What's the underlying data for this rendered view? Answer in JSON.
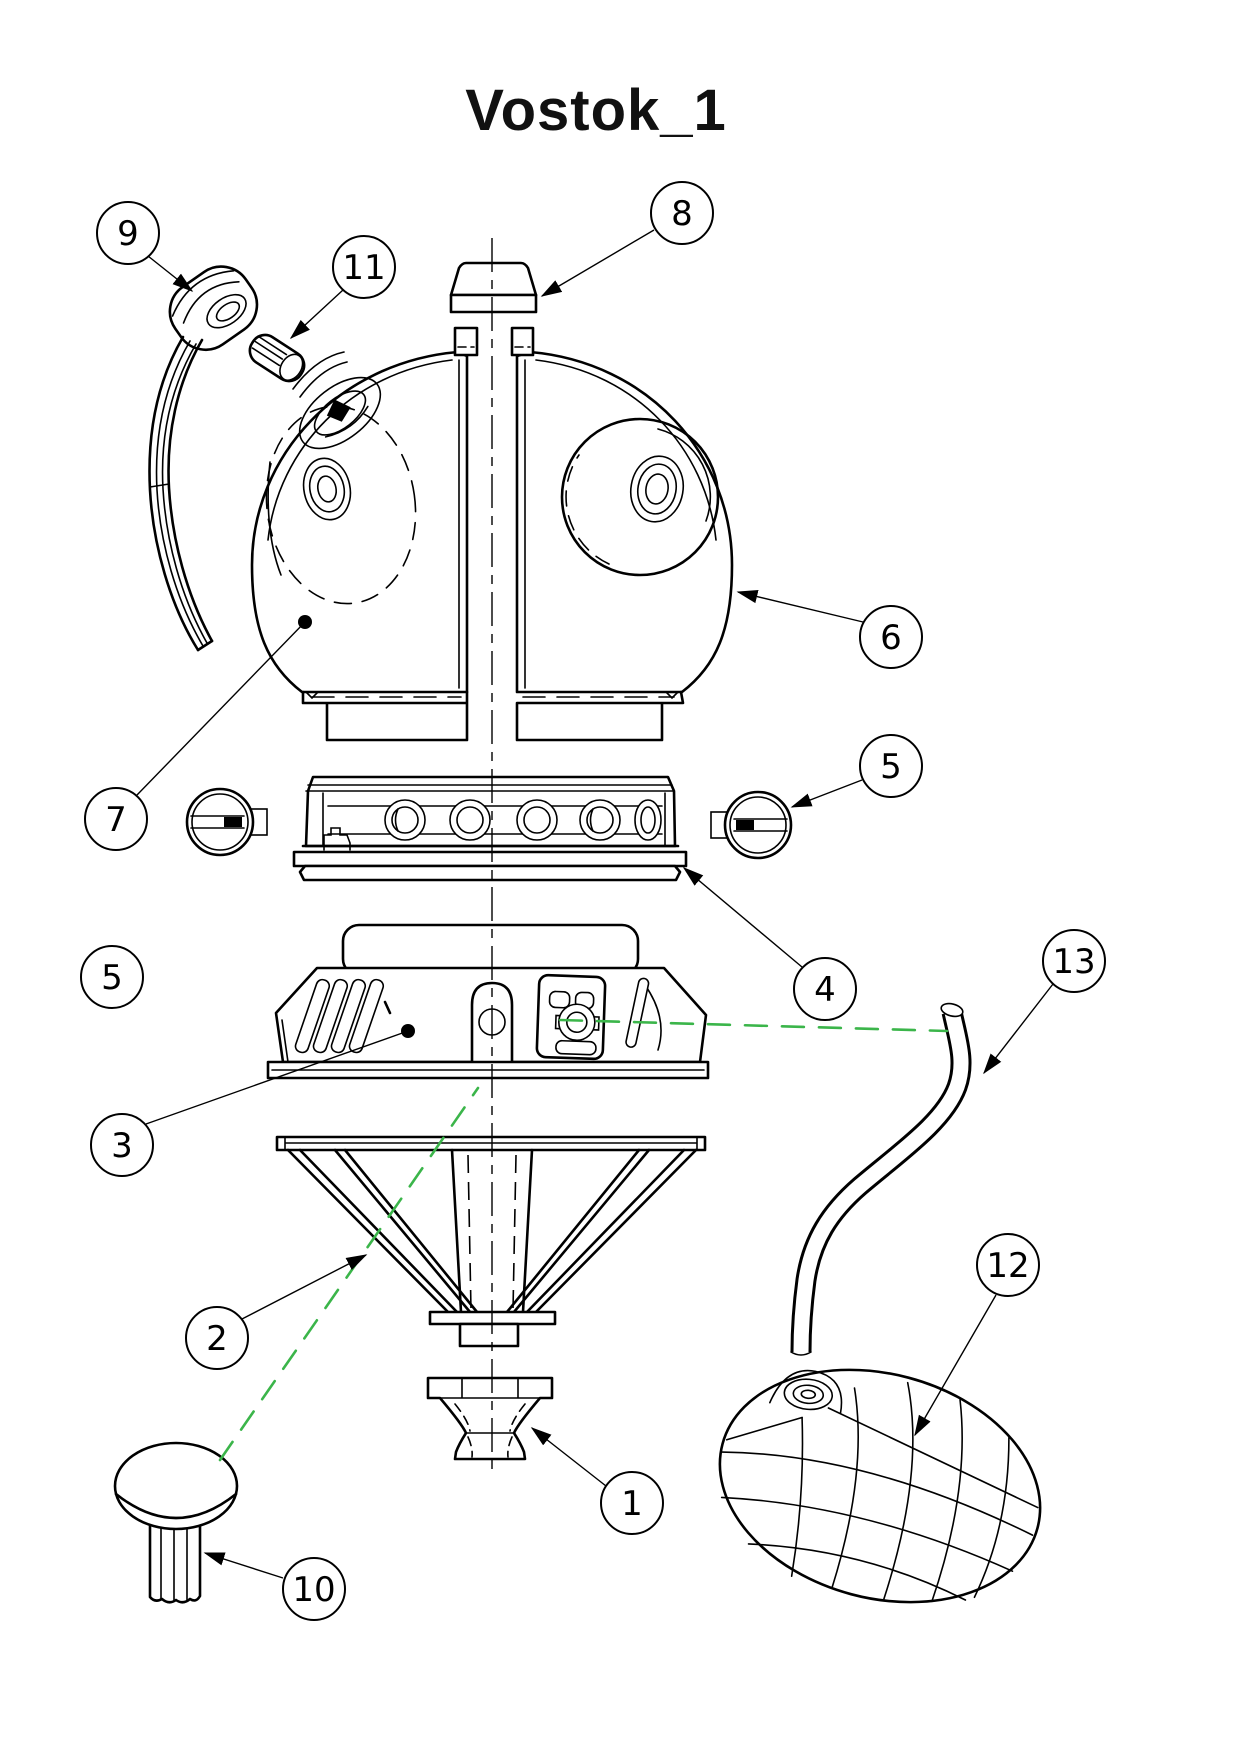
{
  "title": "Vostok_1",
  "colors": {
    "line": "#000000",
    "guide_green": "#3bb54a",
    "background": "#ffffff"
  },
  "balloons": {
    "b1": "1",
    "b2": "2",
    "b3": "3",
    "b4": "4",
    "b5_left": "5",
    "b5_right": "5",
    "b6": "6",
    "b7": "7",
    "b8": "8",
    "b9": "9",
    "b10": "10",
    "b11": "11",
    "b12": "12",
    "b13": "13"
  }
}
